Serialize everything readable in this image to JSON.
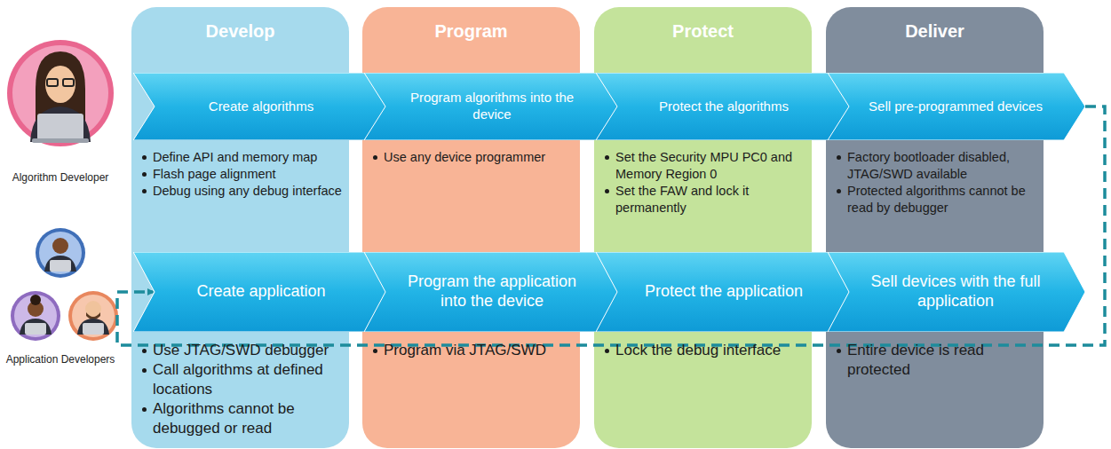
{
  "diagram": {
    "nodes": [
      {
        "text": [
          "Develop"
        ]
      },
      {
        "text": [
          "Create algorithms"
        ],
        "in": 0
      },
      {
        "text": [
          "Create application"
        ],
        "in": 0
      },
      {
        "text": [
          "Program"
        ]
      },
      {
        "text": [
          "Program algorithms into the device"
        ],
        "in": 3
      },
      {
        "text": [
          "Program the application into the device"
        ],
        "in": 3
      },
      {
        "text": [
          "Protect"
        ]
      },
      {
        "text": [
          "Protect the algorithms"
        ],
        "in": 6
      },
      {
        "text": [
          "Protect the application"
        ],
        "in": 6
      },
      {
        "text": [
          "Deliver"
        ]
      },
      {
        "text": [
          "Sell pre-programmed devices"
        ],
        "in": 9
      },
      {
        "text": [
          "Sell devices with the full application"
        ],
        "in": 9
      }
    ],
    "edges": [
      {
        "from": 10,
        "to": 2,
        "arrow": "to"
      }
    ],
    "labels": [
      "Algorithm Developer",
      "Application Developers",
      "Define API and memory map",
      "Flash page alignment",
      "Debug using any debug interface",
      "Use any device programmer",
      "Set the Security MPU PC0 and Memory Region 0",
      "Set the FAW and lock it permanently",
      "Factory bootloader disabled, JTAG/SWD available",
      "Protected algorithms cannot be read by debugger",
      "Use JTAG/SWD debugger",
      "Call algorithms at defined locations",
      "Algorithms cannot be debugged or read",
      "Program via JTAG/SWD",
      "Lock the debug interface",
      "Entire device is read protected"
    ]
  }
}
